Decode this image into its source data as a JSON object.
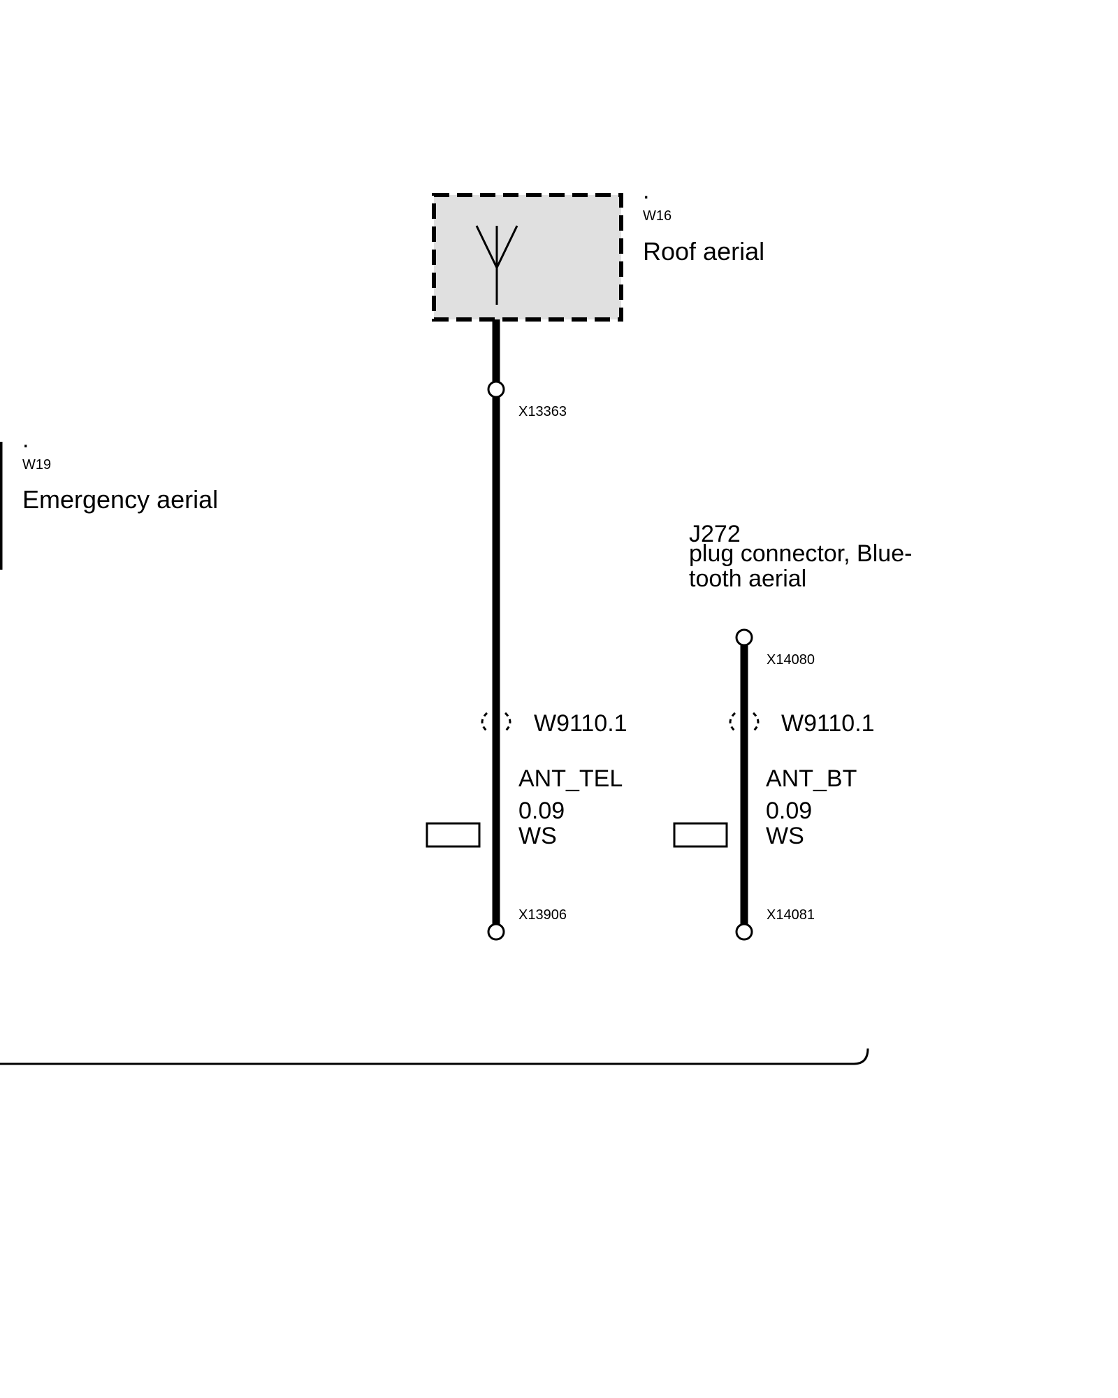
{
  "components": {
    "roof_aerial": {
      "marker": ".",
      "id": "W16",
      "name": "Roof aerial"
    },
    "emergency_aerial": {
      "marker": ".",
      "id": "W19",
      "name": "Emergency aerial"
    },
    "bluetooth_plug": {
      "id": "J272",
      "name_line1": "plug connector, Blue-",
      "name_line2": "tooth aerial"
    }
  },
  "connectors": {
    "x13363": "X13363",
    "x13906": "X13906",
    "x14080": "X14080",
    "x14081": "X14081"
  },
  "wires": {
    "tel": {
      "harness": "W9110.1",
      "signal": "ANT_TEL",
      "cross_section": "0.09",
      "color": "WS"
    },
    "bt": {
      "harness": "W9110.1",
      "signal": "ANT_BT",
      "cross_section": "0.09",
      "color": "WS"
    }
  },
  "colors": {
    "line": "#000000",
    "component_fill": "#e0e0e0",
    "background": "#ffffff"
  }
}
